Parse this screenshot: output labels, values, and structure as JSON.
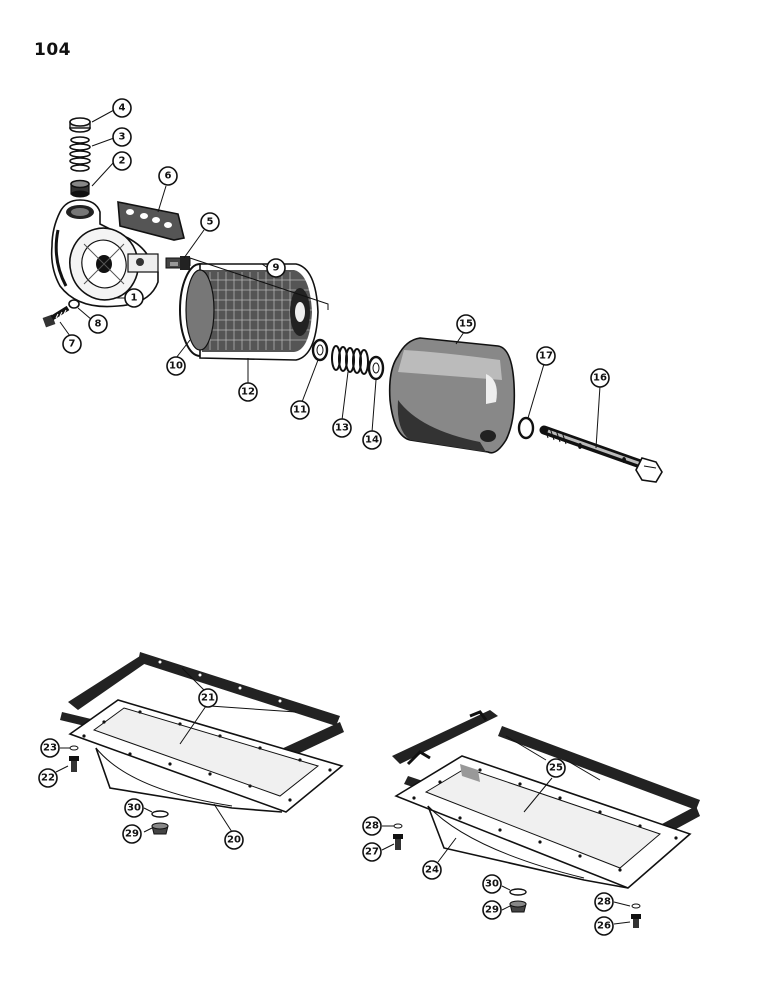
{
  "page": {
    "number": "104"
  },
  "callouts": {
    "c1": "1",
    "c2": "2",
    "c3": "3",
    "c4": "4",
    "c5": "5",
    "c6": "6",
    "c7": "7",
    "c8": "8",
    "c9": "9",
    "c10": "10",
    "c11": "11",
    "c12": "12",
    "c13": "13",
    "c14": "14",
    "c15": "15",
    "c16": "16",
    "c17": "17",
    "c20": "20",
    "c21": "21",
    "c22": "22",
    "c23": "23",
    "c29a": "29",
    "c30a": "30",
    "c24": "24",
    "c25": "25",
    "c26": "26",
    "c27": "27",
    "c28a": "28",
    "c28b": "28",
    "c29b": "29",
    "c30b": "30"
  }
}
